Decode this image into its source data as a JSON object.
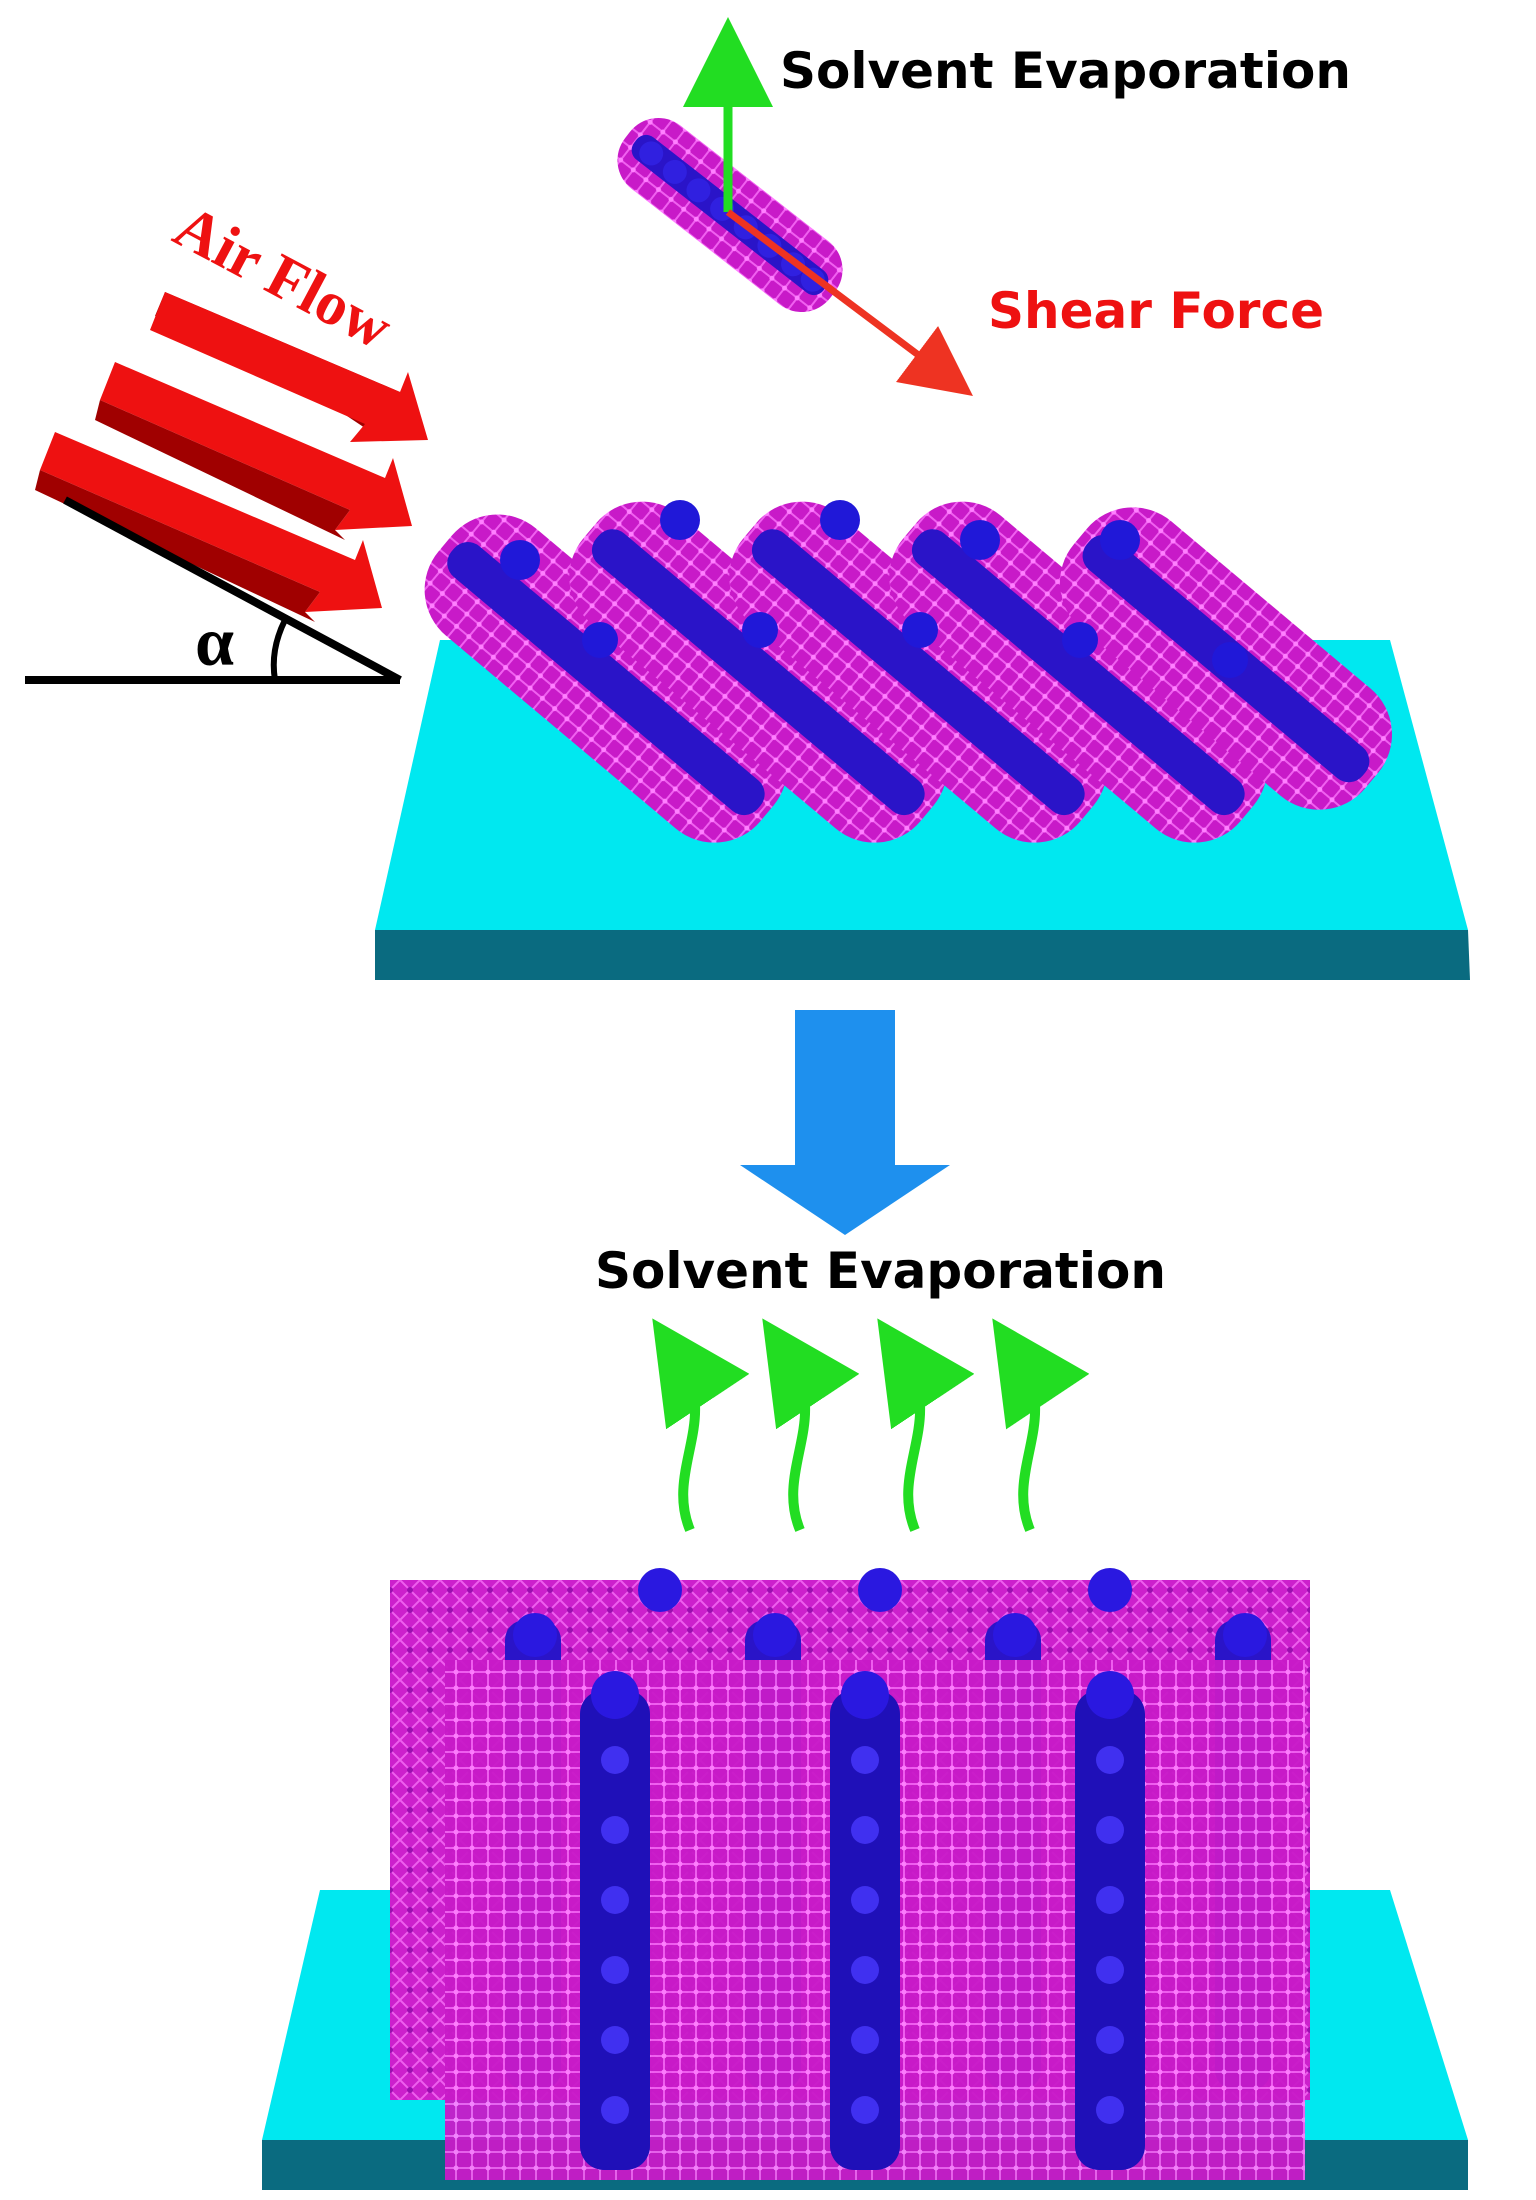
{
  "top_panel": {
    "evaporation_label": "Solvent Evaporation",
    "shear_label": "Shear Force",
    "airflow_label": "Air Flow",
    "angle_symbol": "α"
  },
  "bottom_panel": {
    "evaporation_label": "Solvent Evaporation"
  },
  "colors": {
    "substrate_top": "#00e8f0",
    "substrate_side": "#0a6b80",
    "micelle_shell": "#d21ed2",
    "micelle_core": "#1a10c8",
    "airflow_arrow": "#ee1111",
    "evaporation_arrow": "#22dd22",
    "shear_arrow": "#ee3322",
    "process_arrow": "#1e90ee",
    "shear_text": "#ee1111",
    "airflow_text": "#ee1111"
  },
  "icons": [
    "airflow-arrow-icon",
    "evaporation-arrow-icon",
    "shear-arrow-icon",
    "process-arrow-icon",
    "angle-icon"
  ]
}
